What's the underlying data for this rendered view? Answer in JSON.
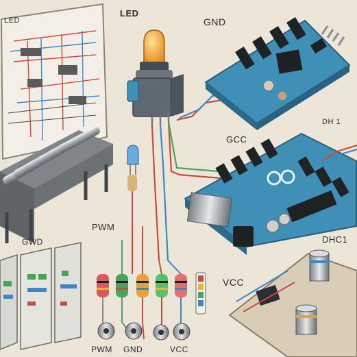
{
  "labels": {
    "led_top": "LED",
    "led_left": "LED",
    "gnd_top": "GND",
    "gcc": "GCC",
    "dh1": "DH 1",
    "pwm_mid": "PWM",
    "gwd": "GWD",
    "dhc1": "DHC1",
    "vcc_right": "VCC",
    "pwm_bottom": "PWM",
    "gnd_bottom": "GND",
    "vcc_bottom": "VCC"
  },
  "colors": {
    "background": "#ece6d8",
    "board_blue": "#3f8fb6",
    "led_orange": "#f2a23a",
    "wire_red": "#c94b3e",
    "wire_blue": "#3f86c4",
    "wire_green": "#4aa35a"
  }
}
